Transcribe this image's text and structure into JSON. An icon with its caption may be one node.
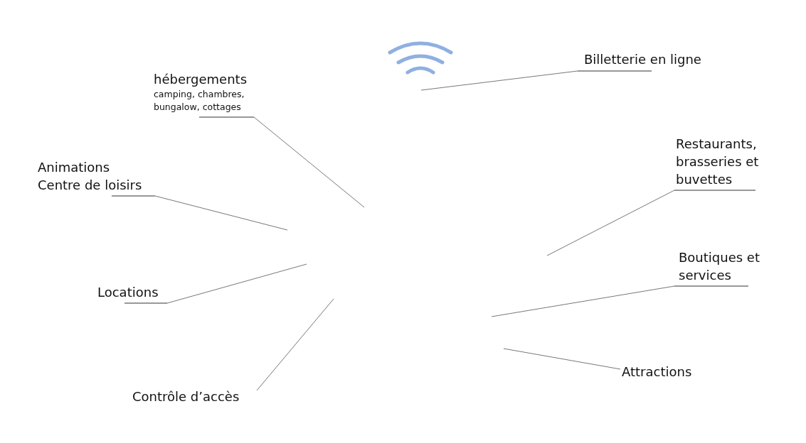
{
  "diagram": {
    "nodes": [
      {
        "text": [
          "hébergements",
          "camping, chambres, bungalow, cottages"
        ]
      },
      {
        "text": [
          "Animations Centre de loisirs"
        ]
      },
      {
        "text": [
          "Locations"
        ]
      },
      {
        "text": [
          "Contrôle d’accès"
        ]
      },
      {
        "text": [
          "Billetterie en ligne"
        ]
      },
      {
        "text": [
          "Restaurants, brasseries et buvettes"
        ]
      },
      {
        "text": [
          "Boutiques et services"
        ]
      },
      {
        "text": [
          "Attractions"
        ]
      }
    ],
    "edges": [
      {
        "from": 0,
        "to": null,
        "arrow": "none"
      },
      {
        "from": 1,
        "to": null,
        "arrow": "none"
      },
      {
        "from": 2,
        "to": null,
        "arrow": "none"
      },
      {
        "from": 3,
        "to": null,
        "arrow": "none"
      },
      {
        "from": 4,
        "to": null,
        "arrow": "none"
      },
      {
        "from": 5,
        "to": null,
        "arrow": "none"
      },
      {
        "from": 6,
        "to": null,
        "arrow": "none"
      },
      {
        "from": 7,
        "to": null,
        "arrow": "none"
      }
    ]
  }
}
